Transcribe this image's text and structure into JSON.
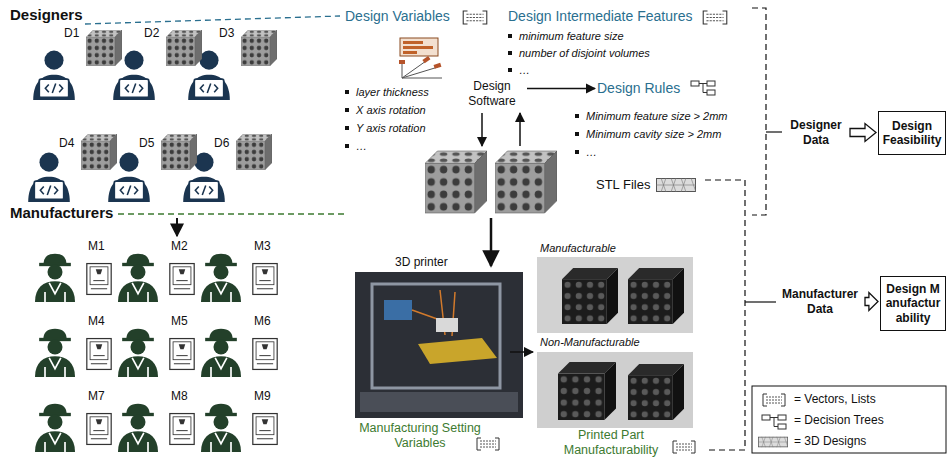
{
  "diagram": {
    "nodes": [
      {
        "text": [
          "Design Software"
        ]
      },
      {
        "text": [
          "Design Rules"
        ]
      },
      {
        "text": [
          "Designer Data"
        ]
      },
      {
        "text": [
          "Design Feasibility"
        ]
      },
      {
        "text": [
          "Manufacturer Data"
        ]
      },
      {
        "text": [
          "Design Manufacturability"
        ]
      }
    ],
    "edges": [
      {
        "from": 0,
        "to": 1,
        "arrow": "to"
      },
      {
        "from": 2,
        "to": 3,
        "arrow": "to"
      },
      {
        "from": 4,
        "to": 5,
        "arrow": "to"
      }
    ],
    "labels": [
      "Designers",
      "D1",
      "D2",
      "D3",
      "D4",
      "D5",
      "D6",
      "Manufacturers",
      "M1",
      "M2",
      "M3",
      "M4",
      "M5",
      "M6",
      "M7",
      "M8",
      "M9",
      "Design Variables",
      "Design Intermediate Features",
      "minimum feature size",
      "number of disjoint volumes",
      "…",
      "layer thickness",
      "X axis rotation",
      "Y axis rotation",
      "…",
      "Minimum feature size > 2mm",
      "Minimum cavity size > 2mm",
      "…",
      "STL Files",
      "3D printer",
      "Manufacturable",
      "Non-Manufacturable",
      "Manufacturing Setting Variables",
      "Printed Part Manufacturability"
    ],
    "legend": [
      {
        "text": "= Vectors, Lists"
      },
      {
        "text": "= Decision Trees"
      },
      {
        "text": "= 3D Designs"
      }
    ]
  }
}
